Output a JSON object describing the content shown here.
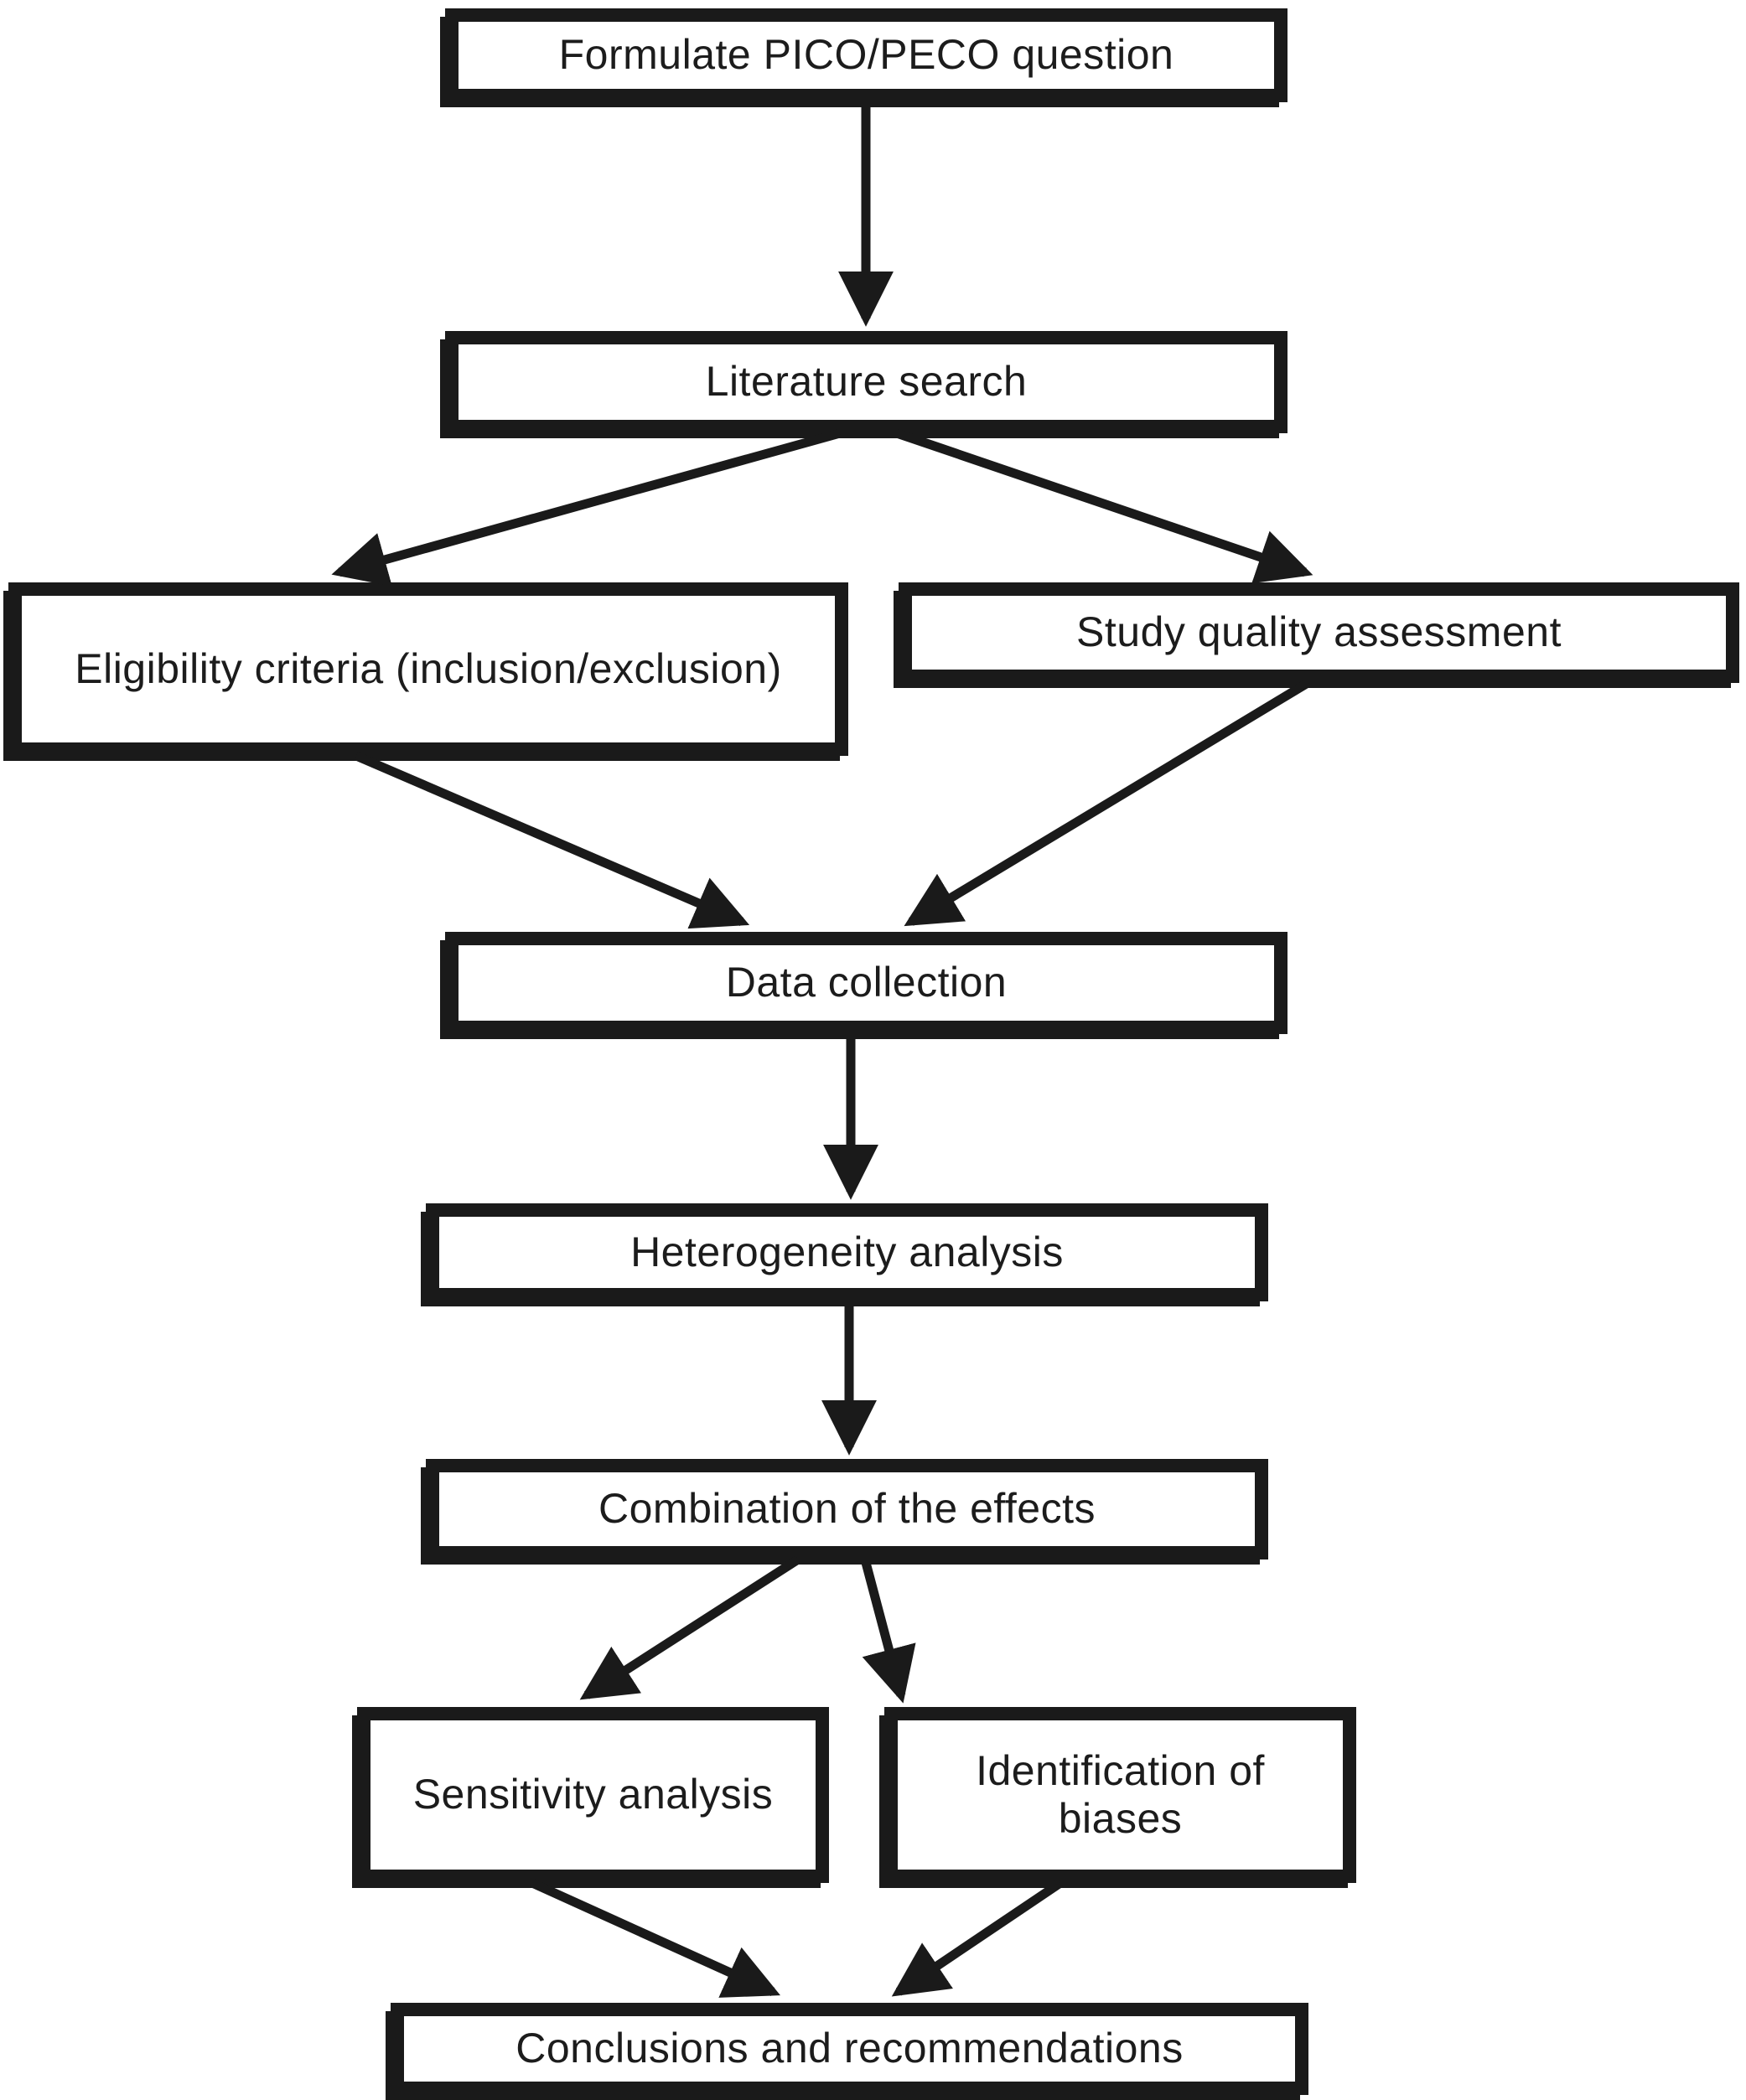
{
  "diagram": {
    "type": "flowchart",
    "colors": {
      "line": "#1a1a1a",
      "box_border": "#1a1a1a",
      "box_fill": "#ffffff",
      "background": "#ffffff",
      "text": "#1c1c1c"
    },
    "nodes": [
      {
        "id": "formulate",
        "label": "Formulate PICO/PECO question"
      },
      {
        "id": "literature",
        "label": "Literature search"
      },
      {
        "id": "eligibility",
        "label": "Eligibility criteria (inclusion/exclusion)"
      },
      {
        "id": "quality",
        "label": "Study quality assessment"
      },
      {
        "id": "data",
        "label": "Data collection"
      },
      {
        "id": "heterogeneity",
        "label": "Heterogeneity analysis"
      },
      {
        "id": "combination",
        "label": "Combination of the effects"
      },
      {
        "id": "sensitivity",
        "label": "Sensitivity analysis"
      },
      {
        "id": "biases",
        "label": "Identification of biases"
      },
      {
        "id": "conclusions",
        "label": "Conclusions and recommendations"
      }
    ],
    "edges": [
      {
        "from": "formulate",
        "to": "literature"
      },
      {
        "from": "literature",
        "to": "eligibility"
      },
      {
        "from": "literature",
        "to": "quality"
      },
      {
        "from": "eligibility",
        "to": "data"
      },
      {
        "from": "quality",
        "to": "data"
      },
      {
        "from": "data",
        "to": "heterogeneity"
      },
      {
        "from": "heterogeneity",
        "to": "combination"
      },
      {
        "from": "combination",
        "to": "sensitivity"
      },
      {
        "from": "combination",
        "to": "biases"
      },
      {
        "from": "sensitivity",
        "to": "conclusions"
      },
      {
        "from": "biases",
        "to": "conclusions"
      }
    ]
  }
}
